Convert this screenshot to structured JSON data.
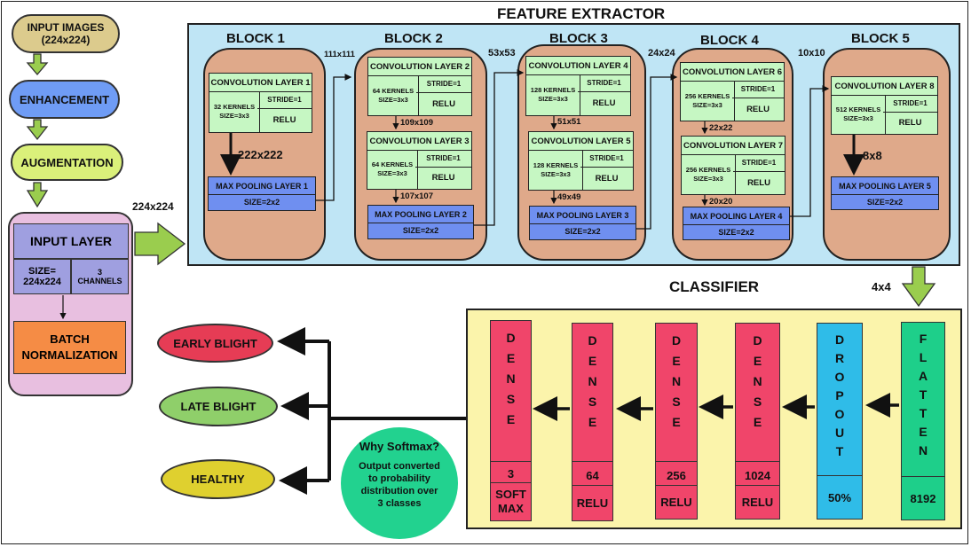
{
  "left_flow": {
    "input_images": "INPUT IMAGES\n(224x224)",
    "enhancement": "ENHANCEMENT",
    "augmentation": "AUGMENTATION",
    "input_layer": {
      "title": "INPUT LAYER",
      "size": "SIZE=\n224x224",
      "channels": "3\nCHANNELS",
      "batch_norm": "BATCH\nNORMALIZATION"
    },
    "size_label": "224x224"
  },
  "feature_extractor": {
    "title": "FEATURE EXTRACTOR",
    "blocks": [
      {
        "label": "BLOCK 1",
        "convs": [
          {
            "title": "CONVOLUTION LAYER 1",
            "kernels": "32 KERNELS\nSIZE=3x3",
            "stride": "STRIDE=1",
            "act": "RELU"
          }
        ],
        "inner_dims": [
          "222x222"
        ],
        "pool": {
          "title": "MAX POOLING LAYER 1",
          "size": "SIZE=2x2"
        },
        "out_dim": "111x111"
      },
      {
        "label": "BLOCK 2",
        "convs": [
          {
            "title": "CONVOLUTION LAYER 2",
            "kernels": "64 KERNELS\nSIZE=3x3",
            "stride": "STRIDE=1",
            "act": "RELU"
          },
          {
            "title": "CONVOLUTION LAYER 3",
            "kernels": "64 KERNELS\nSIZE=3x3",
            "stride": "STRIDE=1",
            "act": "RELU"
          }
        ],
        "inner_dims": [
          "109x109",
          "107x107"
        ],
        "pool": {
          "title": "MAX POOLING LAYER 2",
          "size": "SIZE=2x2"
        },
        "out_dim": "53x53"
      },
      {
        "label": "BLOCK 3",
        "convs": [
          {
            "title": "CONVOLUTION LAYER 4",
            "kernels": "128 KERNELS\nSIZE=3x3",
            "stride": "STRIDE=1",
            "act": "RELU"
          },
          {
            "title": "CONVOLUTION LAYER 5",
            "kernels": "128 KERNELS\nSIZE=3x3",
            "stride": "STRIDE=1",
            "act": "RELU"
          }
        ],
        "inner_dims": [
          "51x51",
          "49x49"
        ],
        "pool": {
          "title": "MAX POOLING LAYER 3",
          "size": "SIZE=2x2"
        },
        "out_dim": "24x24"
      },
      {
        "label": "BLOCK 4",
        "convs": [
          {
            "title": "CONVOLUTION LAYER 6",
            "kernels": "256 KERNELS\nSIZE=3x3",
            "stride": "STRIDE=1",
            "act": "RELU"
          },
          {
            "title": "CONVOLUTION LAYER 7",
            "kernels": "256 KERNELS\nSIZE=3x3",
            "stride": "STRIDE=1",
            "act": "RELU"
          }
        ],
        "inner_dims": [
          "22x22",
          "20x20"
        ],
        "pool": {
          "title": "MAX POOLING LAYER 4",
          "size": "SIZE=2x2"
        },
        "out_dim": "10x10"
      },
      {
        "label": "BLOCK 5",
        "convs": [
          {
            "title": "CONVOLUTION LAYER 8",
            "kernels": "512 KERNELS\nSIZE=3x3",
            "stride": "STRIDE=1",
            "act": "RELU"
          }
        ],
        "inner_dims": [
          "8x8"
        ],
        "pool": {
          "title": "MAX POOLING LAYER 5",
          "size": "SIZE=2x2"
        },
        "out_dim": "4x4"
      }
    ]
  },
  "classifier": {
    "title": "CLASSIFIER",
    "layers": [
      {
        "letters": "DENSE",
        "v1": "3",
        "v2": "SOFT\nMAX"
      },
      {
        "letters": "DENSE",
        "v1": "64",
        "v2": "RELU"
      },
      {
        "letters": "DENSE",
        "v1": "256",
        "v2": "RELU"
      },
      {
        "letters": "DENSE",
        "v1": "1024",
        "v2": "RELU"
      },
      {
        "letters": "DROPOUT",
        "v1": "",
        "v2": "50%"
      },
      {
        "letters": "FLATTEN",
        "v1": "",
        "v2": "8192"
      }
    ]
  },
  "outputs": [
    "EARLY BLIGHT",
    "LATE BLIGHT",
    "HEALTHY"
  ],
  "softmax_note": {
    "title": "Why Softmax?",
    "body": "Output converted\nto probability\ndistribution over\n3 classes"
  },
  "colors": {
    "extractor_bg": "#bfe5f5",
    "block": "#dfa98a",
    "conv": "#c6f7c3",
    "pool": "#6f8ff0",
    "classifier_bg": "#fbf4ab",
    "dense": "#f0456a",
    "dropout": "#2fbce8",
    "flatten": "#1ecf8a",
    "arrow_green": "#9acd4e",
    "input_images": "#dccb8d",
    "enhancement": "#6f9cf5",
    "augmentation": "#daf07a",
    "input_layer": "#e8bfe0",
    "input_title": "#9f9fe0",
    "batch_norm": "#f58c45",
    "early_blight": "#e63c55",
    "late_blight": "#8fcf6a",
    "healthy": "#dfd02f",
    "softmax_circle": "#22d28f"
  }
}
